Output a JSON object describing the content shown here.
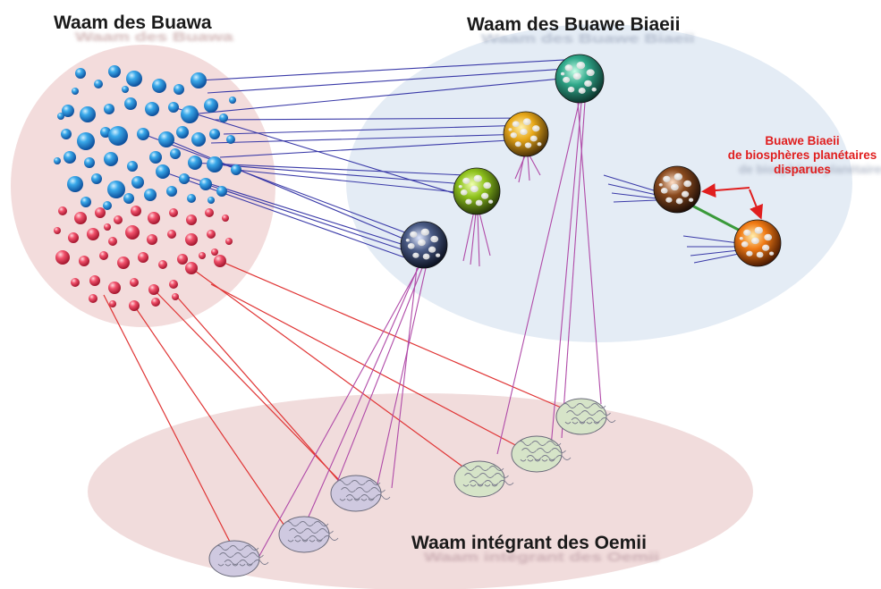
{
  "labels": {
    "buawa": "Waam des Buawa",
    "biaeii": "Waam des Buawe Biaeii",
    "oemii": "Waam intégrant des Oemii",
    "annotation_line1": "Buawe Biaeii",
    "annotation_line2": "de biosphères planétaires",
    "annotation_line3": "disparues"
  },
  "colors": {
    "buawa_region": "#f3dcdc",
    "biaeii_region": "#e4ecf5",
    "oemii_region": "#f1dcdc",
    "blue_link": "#3a3aa8",
    "red_link": "#e03535",
    "purple_link": "#b04aa8",
    "green_link": "#3a9a3a",
    "annotation": "#e01e1e",
    "title_text": "#1a1a1a"
  },
  "icons": {
    "blue_soul": "blue-sphere-icon",
    "red_soul": "pink-sphere-icon",
    "collective_sphere": "cratered-sphere-icon",
    "human_brain": "brain-icon"
  }
}
